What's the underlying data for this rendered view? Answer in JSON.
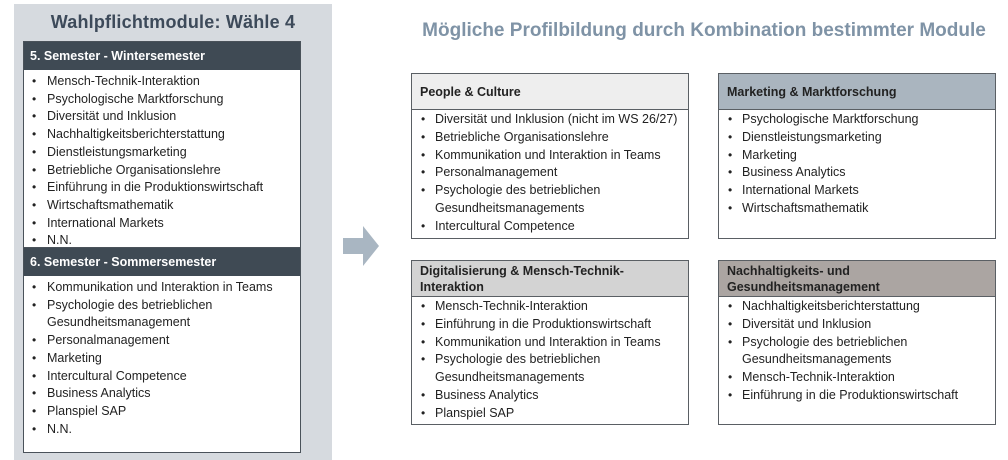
{
  "left": {
    "title": "Wahlpflichtmodule: Wähle 4",
    "semesters": [
      {
        "header": "5. Semester - Wintersemester",
        "items": [
          "Mensch-Technik-Interaktion",
          "Psychologische Marktforschung",
          "Diversität und Inklusion",
          "Nachhaltigkeitsberichterstattung",
          "Dienstleistungsmarketing",
          "Betriebliche Organisationslehre",
          "Einführung in die Produktionswirtschaft",
          "Wirtschaftsmathematik",
          "International Markets",
          "N.N."
        ]
      },
      {
        "header": "6. Semester - Sommersemester",
        "items": [
          "Kommunikation und Interaktion in Teams",
          "Psychologie des betrieblichen",
          "Gesundheitsmanagement",
          "Personalmanagement",
          "Marketing",
          "Intercultural Competence",
          "Business Analytics",
          "Planspiel SAP",
          "N.N."
        ]
      }
    ]
  },
  "right": {
    "title": "Mögliche Profilbildung durch Kombination bestimmter Module",
    "profiles": [
      {
        "header": "People & Culture",
        "color": "#eeeeee",
        "items": [
          "Diversität und Inklusion (nicht im WS 26/27)",
          "Betriebliche Organisationslehre",
          "Kommunikation und Interaktion in Teams",
          "Personalmanagement",
          "Psychologie des betrieblichen Gesundheitsmanagements",
          "Intercultural Competence"
        ]
      },
      {
        "header": "Marketing & Marktforschung",
        "color": "#aab5bf",
        "items": [
          "Psychologische Marktforschung",
          "Dienstleistungsmarketing",
          "Marketing",
          "Business Analytics",
          "International Markets",
          "Wirtschaftsmathematik"
        ]
      },
      {
        "header": "Digitalisierung & Mensch-Technik-Interaktion",
        "color": "#d3d3d3",
        "items": [
          "Mensch-Technik-Interaktion",
          "Einführung in die Produktionswirtschaft",
          "Kommunikation und Interaktion in Teams",
          "Psychologie des betrieblichen Gesundheitsmanagements",
          "Business Analytics",
          "Planspiel SAP"
        ]
      },
      {
        "header": "Nachhaltigkeits- und Gesundheitsmanagement",
        "color": "#aba5a2",
        "items": [
          "Nachhaltigkeitsberichterstattung",
          "Diversität und Inklusion",
          "Psychologie des betrieblichen Gesundheitsmanagements",
          "Mensch-Technik-Interaktion",
          "Einführung in die Produktionswirtschaft"
        ]
      }
    ]
  }
}
